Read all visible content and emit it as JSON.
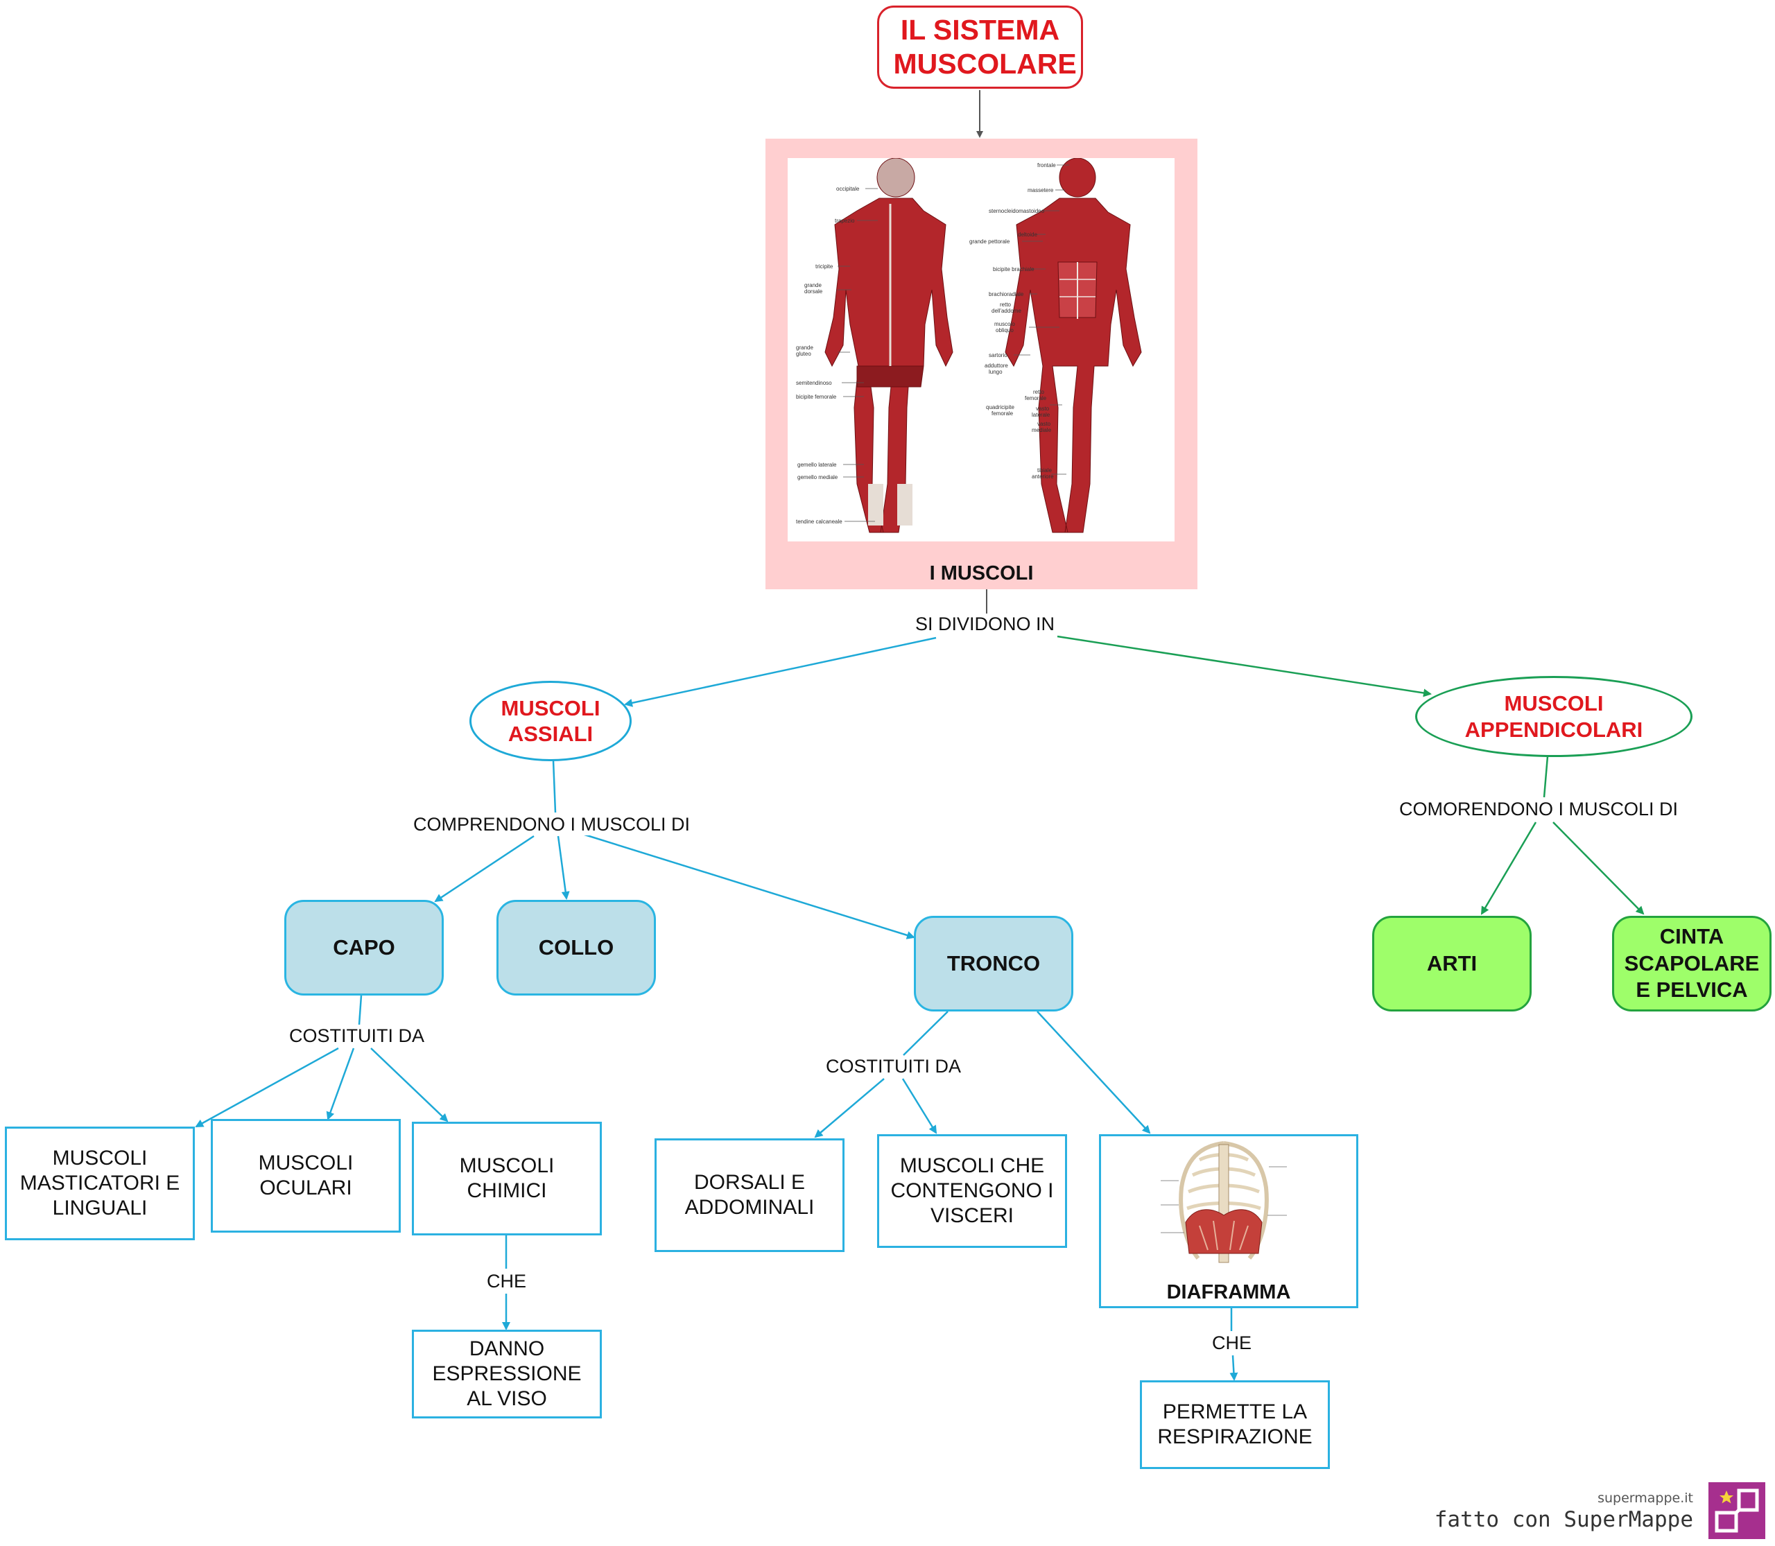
{
  "title": "IL SISTEMA MUSCOLARE",
  "image_main": {
    "caption": "I MUSCOLI",
    "back_labels": [
      "occipitale",
      "trapezio",
      "tricipite",
      "grande dorsale",
      "grande gluteo",
      "semitendinoso",
      "bicipite femorale",
      "gemello laterale",
      "gemello mediale",
      "tendine calcaneale"
    ],
    "front_labels": [
      "frontale",
      "massetere",
      "sternocleidomastoideo",
      "deltoide",
      "grande pettorale",
      "bicipite brachiale",
      "brachioradiale",
      "retto dell'addome",
      "muscolo obliquo",
      "sartorio",
      "adduttore lungo",
      "retto femorale",
      "quadricipite femorale",
      "vasto laterale",
      "vasto mediale",
      "tibiale anteriore"
    ]
  },
  "links": {
    "divide": "SI DIVIDONO IN",
    "assiali_comp": "COMPRENDONO I MUSCOLI DI",
    "append_comp": "COMORENDONO I MUSCOLI DI",
    "capo_cost": "COSTITUITI DA",
    "tronco_cost": "COSTITUITI DA",
    "chimici_che": "CHE",
    "diaframma_che": "CHE"
  },
  "nodes": {
    "assiali": "MUSCOLI ASSIALI",
    "appendicolari": "MUSCOLI APPENDICOLARI",
    "capo": "CAPO",
    "collo": "COLLO",
    "tronco": "TRONCO",
    "arti": "ARTI",
    "cinta": "CINTA SCAPOLARE E PELVICA",
    "masticatori": "MUSCOLI MASTICATORI E LINGUALI",
    "oculari": "MUSCOLI OCULARI",
    "chimici": "MUSCOLI CHIMICI",
    "espressione": "DANNO ESPRESSIONE AL VISO",
    "dorsali": "DORSALI E ADDOMINALI",
    "visceri": "MUSCOLI CHE CONTENGONO I VISCERI",
    "diaframma": "DIAFRAMMA",
    "respirazione": "PERMETTE LA RESPIRAZIONE"
  },
  "footer": {
    "site": "supermappe.it",
    "made_with": "fatto con SuperMappe"
  },
  "colors": {
    "title_red": "#e0181e",
    "link_blue": "#1ea9d7",
    "link_green": "#1a9f55",
    "node_blue_fill": "#bcdfe9",
    "node_green_fill": "#9efe6a",
    "image_frame": "#ffcfd0",
    "logo": "#a62f8e"
  }
}
